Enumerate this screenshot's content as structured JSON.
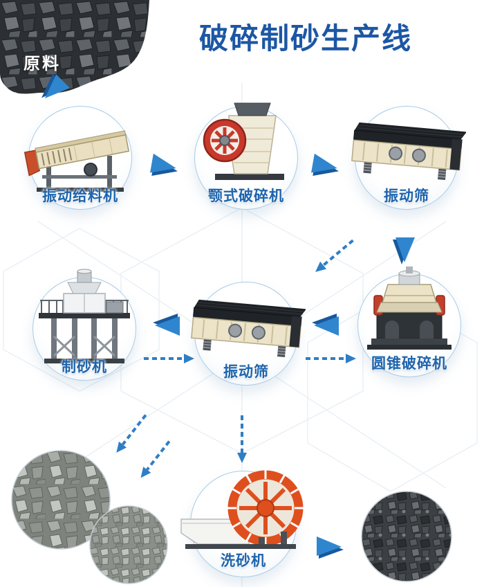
{
  "page": {
    "title": "破碎制砂生产线",
    "raw_material_label": "原料"
  },
  "flow": {
    "nodes": [
      {
        "id": "vibrating-feeder",
        "label": "振动给料机"
      },
      {
        "id": "jaw-crusher",
        "label": "颚式破碎机"
      },
      {
        "id": "vibrating-screen-top",
        "label": "振动筛"
      },
      {
        "id": "sand-making-machine",
        "label": "制砂机"
      },
      {
        "id": "vibrating-screen-middle",
        "label": "振动筛"
      },
      {
        "id": "cone-crusher",
        "label": "圆锥破碎机"
      },
      {
        "id": "sand-washer",
        "label": "洗砂机"
      }
    ],
    "connections": [
      "原料 → 振动给料机",
      "振动给料机 → 颚式破碎机",
      "颚式破碎机 → 振动筛",
      "振动筛 → 圆锥破碎机",
      "圆锥破碎机 → 振动筛",
      "振动筛 → 制砂机",
      "制砂机 → 振动筛(返回)",
      "振动筛 → 圆锥破碎机(返回)",
      "制砂机 → 成品骨料",
      "振动筛 → 洗砂机",
      "洗砂机 → 成品砂"
    ]
  },
  "colors": {
    "title_blue": "#1c57a4",
    "label_blue": "#1e64ac",
    "arrow_blue": "#2e7ec5"
  }
}
